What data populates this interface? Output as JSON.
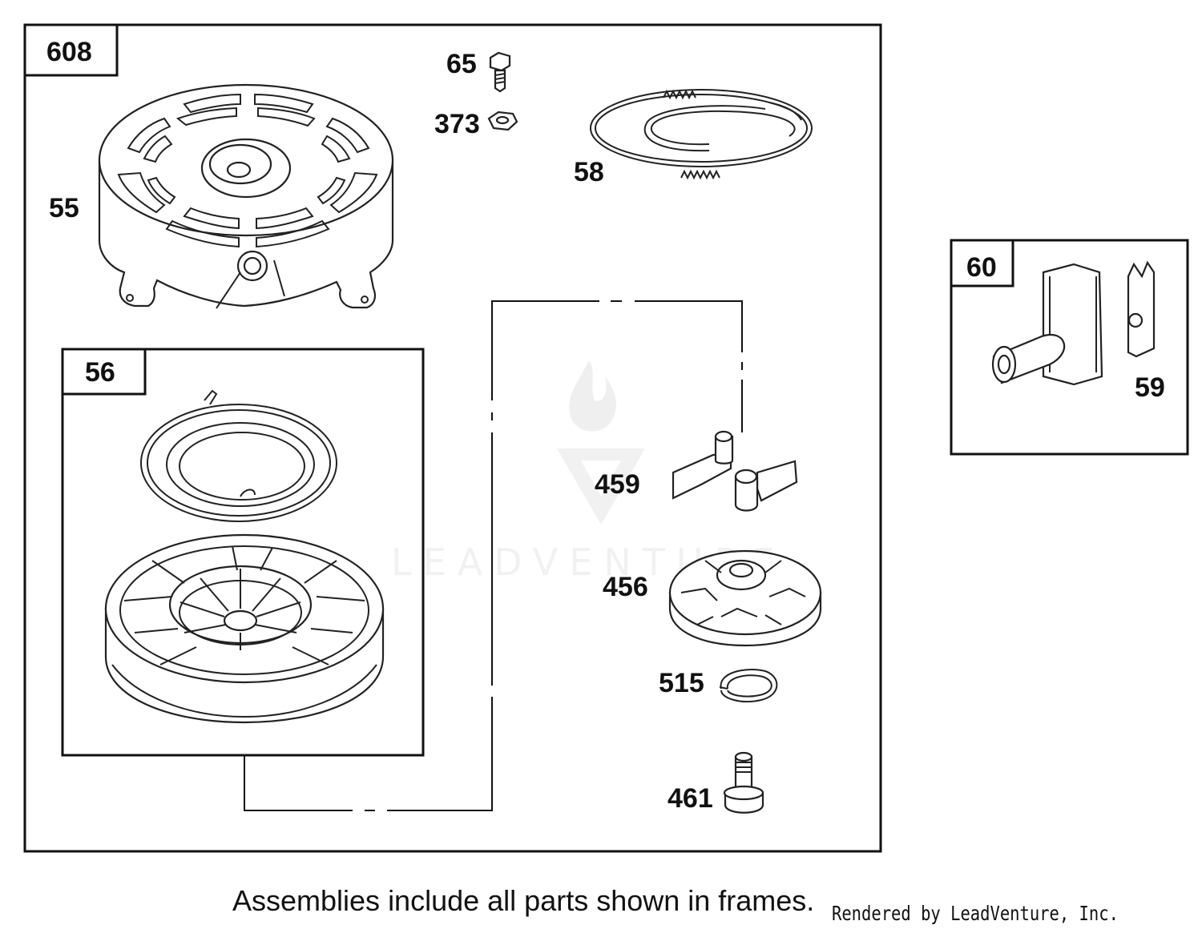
{
  "frames": {
    "main": "608",
    "rewind": "56",
    "handle": "60"
  },
  "callouts": {
    "p55": "55",
    "p65": "65",
    "p373": "373",
    "p58": "58",
    "p459": "459",
    "p456": "456",
    "p515": "515",
    "p461": "461",
    "p59": "59"
  },
  "watermark": "LEADVENTURE",
  "footnote": "Assemblies include all parts shown in frames.",
  "credit": "Rendered by LeadVenture, Inc."
}
